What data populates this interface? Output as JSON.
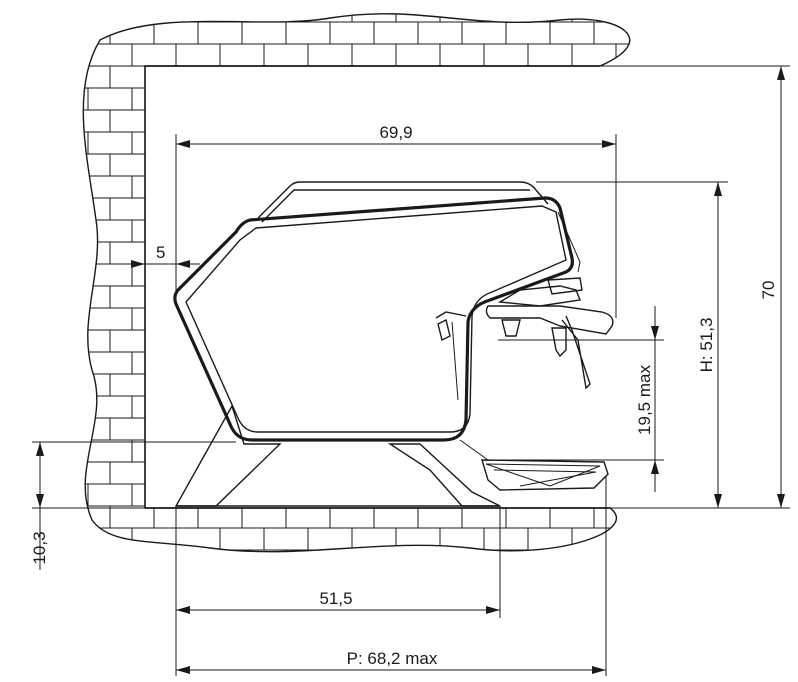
{
  "dimensions": {
    "overall_width": "69,9",
    "wall_gap": "5",
    "height_machine": "H: 51,3",
    "height_room": "70",
    "cup_clearance": "19,5 max",
    "foot_height": "10,3",
    "foot_span": "51,5",
    "depth": "P: 68,2 max"
  },
  "colors": {
    "line": "#1a1a1a",
    "background": "#ffffff"
  }
}
